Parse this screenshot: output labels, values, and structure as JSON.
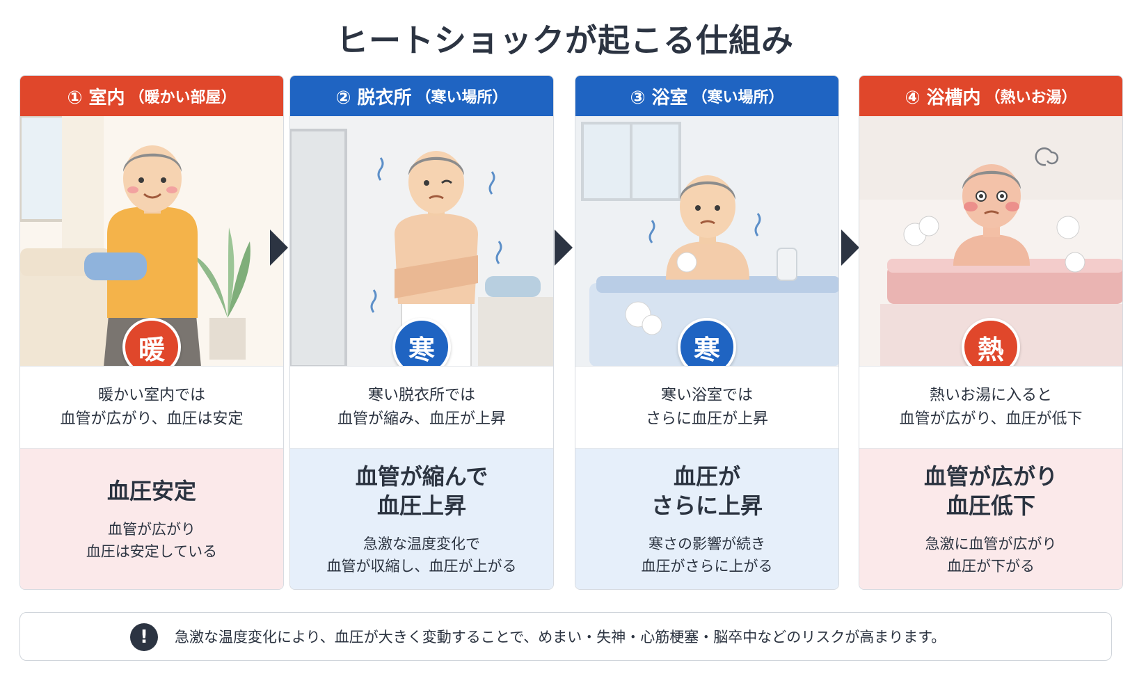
{
  "title": "ヒートショックが起こる仕組み",
  "colors": {
    "red": "#e0472b",
    "blue": "#1f64c2",
    "dark": "#2c3442",
    "pink_bg": "#fbe9ea",
    "blue_bg": "#e6effa"
  },
  "steps": [
    {
      "header": "① 室内",
      "header_sub": "（暖かい部屋）",
      "badge": "暖",
      "desc_line1": "暖かい室内では",
      "desc_line2": "血管が広がり、血圧は安定",
      "result_line1": "血圧安定",
      "result_line2": "",
      "detail_line1": "血管が広がり",
      "detail_line2": "血圧は安定している",
      "theme": "red"
    },
    {
      "header": "② 脱衣所",
      "header_sub": "（寒い場所）",
      "badge": "寒",
      "desc_line1": "寒い脱衣所では",
      "desc_line2": "血管が縮み、血圧が上昇",
      "result_line1": "血管が縮んで",
      "result_line2": "血圧上昇",
      "detail_line1": "急激な温度変化で",
      "detail_line2": "血管が収縮し、血圧が上がる",
      "theme": "blue"
    },
    {
      "header": "③ 浴室",
      "header_sub": "（寒い場所）",
      "badge": "寒",
      "desc_line1": "寒い浴室では",
      "desc_line2": "さらに血圧が上昇",
      "result_line1": "血圧が",
      "result_line2": "さらに上昇",
      "detail_line1": "寒さの影響が続き",
      "detail_line2": "血圧がさらに上がる",
      "theme": "blue"
    },
    {
      "header": "④ 浴槽内",
      "header_sub": "（熱いお湯）",
      "badge": "熱",
      "desc_line1": "熱いお湯に入ると",
      "desc_line2": "血管が広がり、血圧が低下",
      "result_line1": "血管が広がり",
      "result_line2": "血圧低下",
      "detail_line1": "急激に血管が広がり",
      "detail_line2": "血圧が下がる",
      "theme": "red"
    }
  ],
  "note": {
    "icon": "!",
    "text": "急激な温度変化により、血圧が大きく変動することで、めまい・失神・心筋梗塞・脳卒中などのリスクが高まります。"
  }
}
